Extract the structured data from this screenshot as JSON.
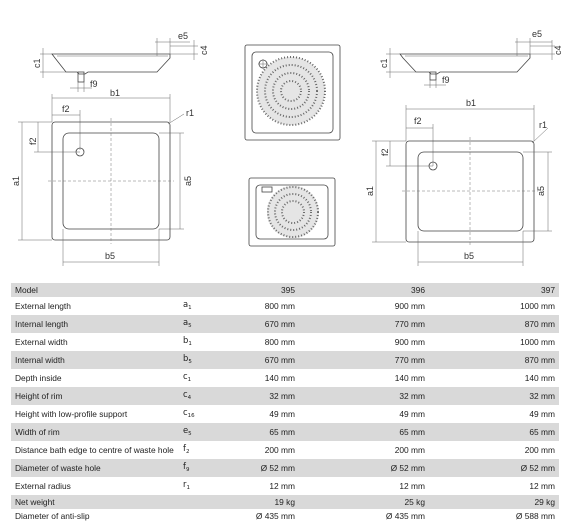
{
  "drawing_labels": {
    "c1": "c1",
    "e5": "e5",
    "c4": "c4",
    "f9": "f9",
    "b1": "b1",
    "b5": "b5",
    "a1": "a1",
    "a5": "a5",
    "f2": "f2",
    "r1": "r1"
  },
  "table": {
    "header": {
      "label": "Model",
      "models": [
        "395",
        "396",
        "397"
      ]
    },
    "rows": [
      {
        "label": "External length",
        "sym": "a",
        "sub": "1",
        "v": [
          "800 mm",
          "900 mm",
          "1000 mm"
        ]
      },
      {
        "label": "Internal length",
        "sym": "a",
        "sub": "5",
        "v": [
          "670 mm",
          "770 mm",
          "870 mm"
        ]
      },
      {
        "label": "External width",
        "sym": "b",
        "sub": "1",
        "v": [
          "800 mm",
          "900 mm",
          "1000 mm"
        ]
      },
      {
        "label": "Internal width",
        "sym": "b",
        "sub": "5",
        "v": [
          "670 mm",
          "770 mm",
          "870 mm"
        ]
      },
      {
        "label": "Depth inside",
        "sym": "c",
        "sub": "1",
        "v": [
          "140 mm",
          "140 mm",
          "140 mm"
        ]
      },
      {
        "label": "Height of rim",
        "sym": "c",
        "sub": "4",
        "v": [
          "32 mm",
          "32 mm",
          "32 mm"
        ]
      },
      {
        "label": "Height with low-profile support",
        "sym": "c",
        "sub": "16",
        "v": [
          "49 mm",
          "49 mm",
          "49 mm"
        ]
      },
      {
        "label": "Width of rim",
        "sym": "e",
        "sub": "5",
        "v": [
          "65 mm",
          "65 mm",
          "65 mm"
        ]
      },
      {
        "label": "Distance bath edge to centre of waste hole",
        "sym": "f",
        "sub": "2",
        "v": [
          "200 mm",
          "200 mm",
          "200 mm"
        ]
      },
      {
        "label": "Diameter of waste hole",
        "sym": "f",
        "sub": "9",
        "v": [
          "Ø 52 mm",
          "Ø 52 mm",
          "Ø 52 mm"
        ]
      },
      {
        "label": "External radius",
        "sym": "r",
        "sub": "1",
        "v": [
          "12 mm",
          "12 mm",
          "12 mm"
        ]
      },
      {
        "label": "Net weight",
        "sym": "",
        "sub": "",
        "v": [
          "19 kg",
          "25 kg",
          "29 kg"
        ]
      },
      {
        "label": "Diameter of anti-slip",
        "sym": "",
        "sub": "",
        "v": [
          "Ø 435 mm",
          "Ø 435 mm",
          "Ø 588 mm"
        ]
      }
    ]
  }
}
